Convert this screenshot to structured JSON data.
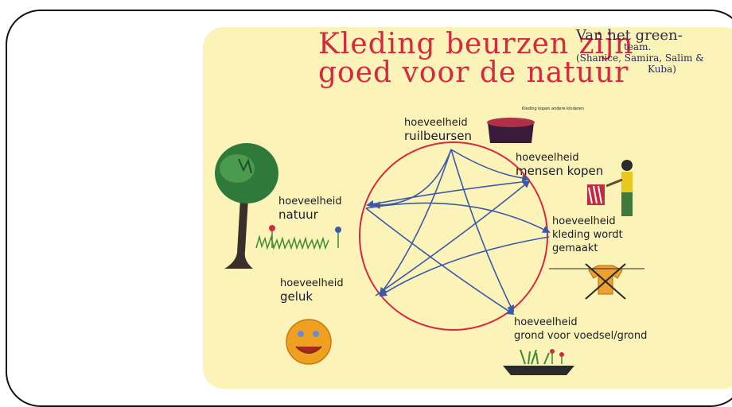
{
  "title": {
    "line1": "Kleding beurzen zijn",
    "line2": "goed voor de natuur"
  },
  "credit": {
    "line1": "Van het green-",
    "line2": "team.",
    "line3": "(Shanice, Samira, Salim &",
    "line4": "Kuba)"
  },
  "nodes": [
    {
      "label": "hoeveelheid",
      "sub": "ruilbeursen"
    },
    {
      "label": "hoeveelheid",
      "sub": "mensen kopen"
    },
    {
      "label": "hoeveelheid",
      "sub": "kleding wordt gemaakt"
    },
    {
      "label": "hoeveelheid",
      "sub": "grond voor voedsel/grond"
    },
    {
      "label": "hoeveelheid",
      "sub": "geluk"
    },
    {
      "label": "hoeveelheid",
      "sub": "natuur"
    }
  ],
  "box_caption": "Kleding kopen andere kinderen",
  "colors": {
    "poster": "#fbf3b8",
    "circle": "#d8283f",
    "arrows": "#3a5aa8",
    "title": "#d8283f"
  },
  "icons": [
    "tree-icon",
    "flowers-icon",
    "smiley-face-icon",
    "clothes-box-icon",
    "person-clothes-icon",
    "crossed-shirt-icon",
    "garden-icon"
  ]
}
